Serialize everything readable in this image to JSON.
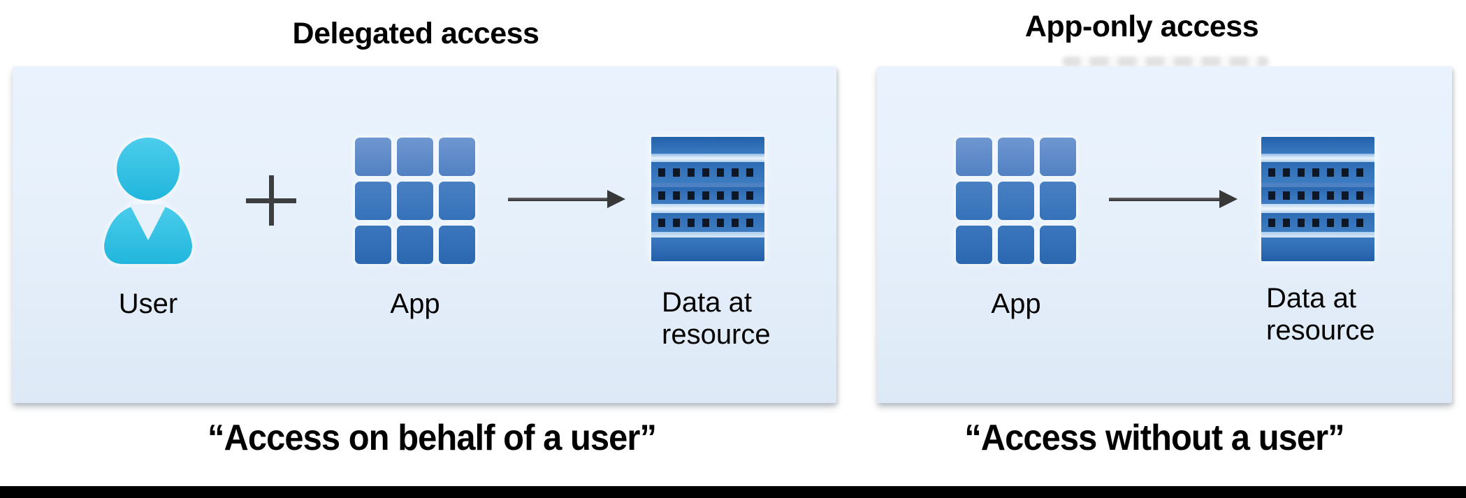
{
  "diagram": {
    "left": {
      "title": "Delegated access",
      "operator": "+",
      "items": [
        {
          "icon": "user-person-icon",
          "label": "User"
        },
        {
          "icon": "app-grid-icon",
          "label": "App"
        },
        {
          "icon": "data-resource-icon",
          "label": "Data at resource"
        }
      ],
      "connector": "arrow-right",
      "quote": "“Access on behalf of a user”"
    },
    "right": {
      "title": "App-only access",
      "items": [
        {
          "icon": "app-grid-icon",
          "label": "App"
        },
        {
          "icon": "data-resource-icon",
          "label": "Data at resource"
        }
      ],
      "connector": "arrow-right",
      "quote": "“Access without a user”"
    },
    "colors": {
      "panel_bg_top": "#eaf3fd",
      "panel_bg_bottom": "#dde9f6",
      "app_blue": "#3673ba",
      "data_blue_dark": "#2a67b0",
      "user_cyan": "#2fc0e4",
      "arrow_gray": "#3d3e40",
      "text": "#000000",
      "bottom_bar": "#000000"
    }
  }
}
